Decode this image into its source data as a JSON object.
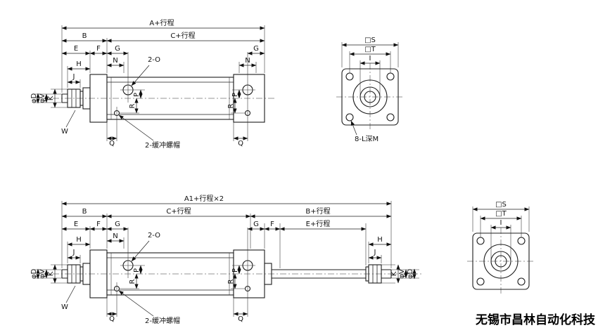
{
  "colors": {
    "line": "#1c1c1c",
    "background": "#ffffff",
    "brand_text": "#000000"
  },
  "brand": "无锡市昌林自动化科技",
  "labels": {
    "top": {
      "overall": "A+行程",
      "b": "B",
      "c_stroke": "C+行程",
      "e": "E",
      "f": "F",
      "g_left": "G",
      "g_right": "G",
      "h": "H",
      "j": "J",
      "n_left": "N",
      "n_right": "N",
      "ports": "2-O",
      "phi_d": "φD",
      "phi_v": "φV",
      "k": "K",
      "w": "W",
      "p_left": "P",
      "r_left": "R",
      "p_right": "P",
      "r_right": "R",
      "q_left": "Q",
      "q_right": "Q",
      "cushion": "2-缓冲螺帽"
    },
    "top_end": {
      "s": "□S",
      "t": "□T",
      "i": "I",
      "holes": "8-L深M"
    },
    "bottom": {
      "overall": "A1+行程×2",
      "b": "B",
      "c_stroke": "C+行程",
      "b_stroke": "B+行程",
      "e": "E",
      "f_left": "F",
      "g_left": "G",
      "g_right": "G",
      "f_right": "F",
      "e_stroke": "E+行程",
      "h_left": "H",
      "h_right": "H",
      "n_left": "N",
      "j_left": "J",
      "j_right": "J",
      "ports": "2-O",
      "phi_d_left": "φD",
      "phi_v_left": "φV",
      "k_left": "K",
      "k_right": "K",
      "phi_v_right": "φV",
      "phi_d_right": "φD",
      "w": "W",
      "p_left": "P",
      "r_left": "R",
      "p_right": "P",
      "r_right": "R",
      "q_left": "Q",
      "q_right": "Q",
      "cushion": "2-缓冲螺帽"
    },
    "bottom_end": {
      "s": "□S",
      "t": "□T",
      "i": "I"
    }
  }
}
